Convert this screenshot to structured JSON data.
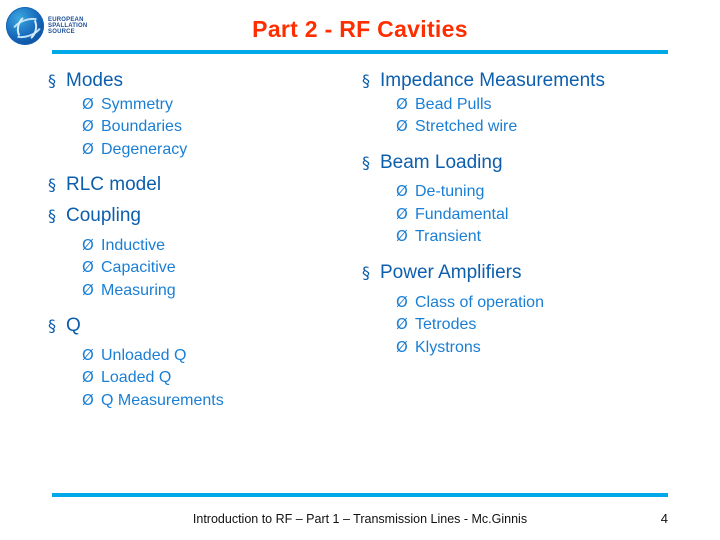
{
  "logo": {
    "line1": "EUROPEAN",
    "line2": "SPALLATION",
    "line3": "SOURCE",
    "mark": "ess-logo-icon"
  },
  "title": "Part 2 - RF Cavities",
  "colors": {
    "title": "#ff2e00",
    "rule": "#00a8e8",
    "level1": "#0d5fae",
    "level2": "#1a7fd4"
  },
  "bullets": {
    "level1_glyph": "§",
    "level2_glyph": "Ø"
  },
  "columns": {
    "left": [
      {
        "level": 1,
        "label": "Modes"
      },
      {
        "level": 2,
        "label": "Symmetry"
      },
      {
        "level": 2,
        "label": "Boundaries"
      },
      {
        "level": 2,
        "label": "Degeneracy"
      },
      {
        "level": 1,
        "label": "RLC model"
      },
      {
        "level": 1,
        "label": "Coupling"
      },
      {
        "level": 2,
        "label": "Inductive"
      },
      {
        "level": 2,
        "label": "Capacitive"
      },
      {
        "level": 2,
        "label": "Measuring"
      },
      {
        "level": 1,
        "label": "Q"
      },
      {
        "level": 2,
        "label": "Unloaded Q"
      },
      {
        "level": 2,
        "label": "Loaded Q"
      },
      {
        "level": 2,
        "label": "Q Measurements"
      }
    ],
    "right": [
      {
        "level": 1,
        "label": "Impedance Measurements"
      },
      {
        "level": 2,
        "label": "Bead Pulls"
      },
      {
        "level": 2,
        "label": "Stretched wire"
      },
      {
        "level": 1,
        "label": "Beam Loading"
      },
      {
        "level": 2,
        "label": "De-tuning"
      },
      {
        "level": 2,
        "label": "Fundamental"
      },
      {
        "level": 2,
        "label": "Transient"
      },
      {
        "level": 1,
        "label": "Power Amplifiers"
      },
      {
        "level": 2,
        "label": "Class of operation"
      },
      {
        "level": 2,
        "label": "Tetrodes"
      },
      {
        "level": 2,
        "label": "Klystrons"
      }
    ]
  },
  "footer": {
    "text": "Introduction to RF – Part 1 – Transmission Lines - Mc.Ginnis",
    "page": "4"
  }
}
